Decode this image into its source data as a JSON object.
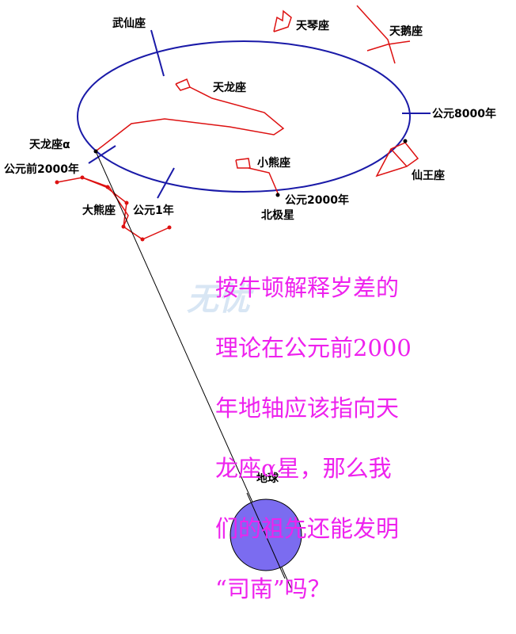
{
  "labels": {
    "cygnus": "天鹅座",
    "lyra": "天琴座",
    "cepheus_top": "武仙座",
    "draco": "天龙座",
    "year_8000": "公元8000年",
    "alpha_draconis": "天龙座α",
    "bc_2000": "公元前2000年",
    "ursa_minor": "小熊座",
    "cassiopeia": "仙王座",
    "ad_2000": "公元2000年",
    "polaris": "北极星",
    "ursa_major": "大熊座",
    "ad_1": "公元1年",
    "earth": "地球"
  },
  "question": {
    "line1": "按牛顿解释岁差的",
    "line2": "理论在公元前2000",
    "line3": "年地轴应该指向天",
    "line4": "龙座α星，那么我",
    "line5": "们的祖先还能发明",
    "line6": "“司南”吗？"
  },
  "watermark": "无忧",
  "colors": {
    "orbit": "#1a1aa8",
    "constellation": "#dd1111",
    "question": "#ee22ee",
    "earth": "#7b6cf0"
  }
}
